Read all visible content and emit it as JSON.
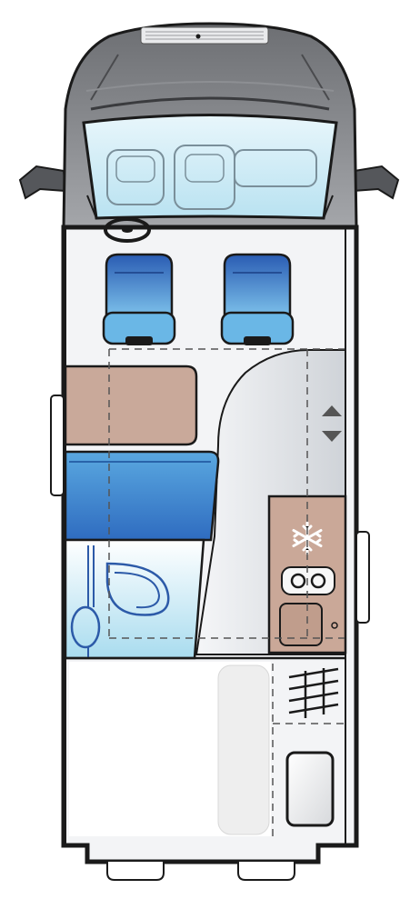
{
  "diagram": {
    "kind": "campervan-floor-plan",
    "view": "top-down",
    "palette": {
      "outline": "#1a1a1a",
      "body_grey": "#5f6063",
      "cab_grey": "#7a7c80",
      "glass": "#cfe9f4",
      "floor_light": "#f2f3f5",
      "floor_grey": "#d4d7dc",
      "seat_blue_dark": "#2a5cb3",
      "seat_blue_light": "#7fc4ec",
      "bench_blue": "#2f72c6",
      "table_tan": "#c9a99a",
      "counter_tan": "#caa898",
      "bed_white": "#ffffff",
      "dash_line": "#555555",
      "plumbing_blue": "#2c5aa8"
    },
    "icons": [
      "snowflake-icon",
      "gas-hob-icon",
      "sink-icon",
      "step-arrows-icon",
      "steering-wheel-icon",
      "roof-vent-icon"
    ],
    "zones": [
      "cab",
      "driver-seat",
      "passenger-seat",
      "dinette-table",
      "dinette-bench",
      "wet-room",
      "kitchen-counter",
      "fridge",
      "rear-bed",
      "rear-storage"
    ]
  }
}
